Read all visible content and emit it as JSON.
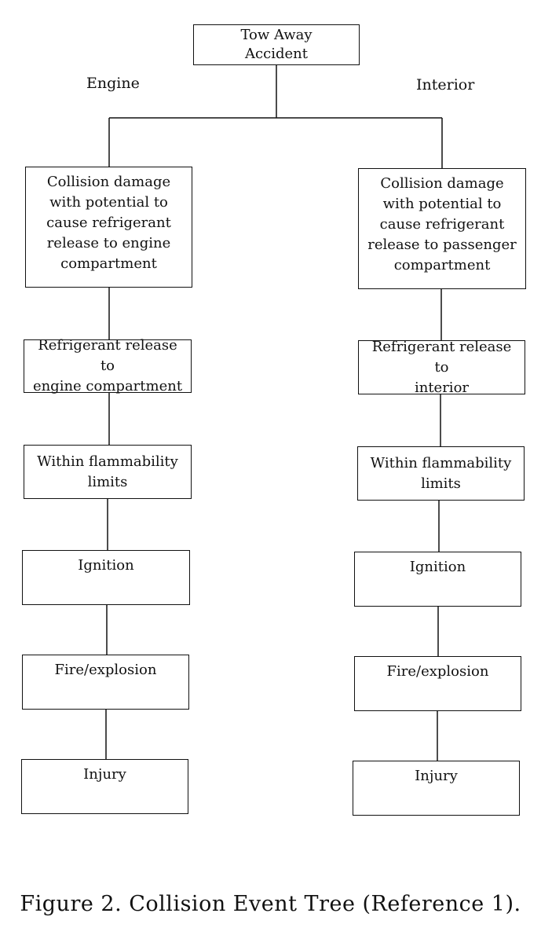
{
  "root": {
    "label": "Tow Away\nAccident"
  },
  "branches": {
    "left": {
      "label": "Engine",
      "steps": [
        "Collision damage\nwith potential to\ncause refrigerant\nrelease to engine\ncompartment",
        "Refrigerant release to\nengine compartment",
        "Within flammability\nlimits",
        "Ignition",
        "Fire/explosion",
        "Injury"
      ]
    },
    "right": {
      "label": "Interior",
      "steps": [
        "Collision damage\nwith potential to\ncause refrigerant\nrelease to passenger\ncompartment",
        "Refrigerant release to\ninterior",
        "Within flammability\nlimits",
        "Ignition",
        "Fire/explosion",
        "Injury"
      ]
    }
  },
  "caption": "Figure 2. Collision Event Tree (Reference 1)."
}
